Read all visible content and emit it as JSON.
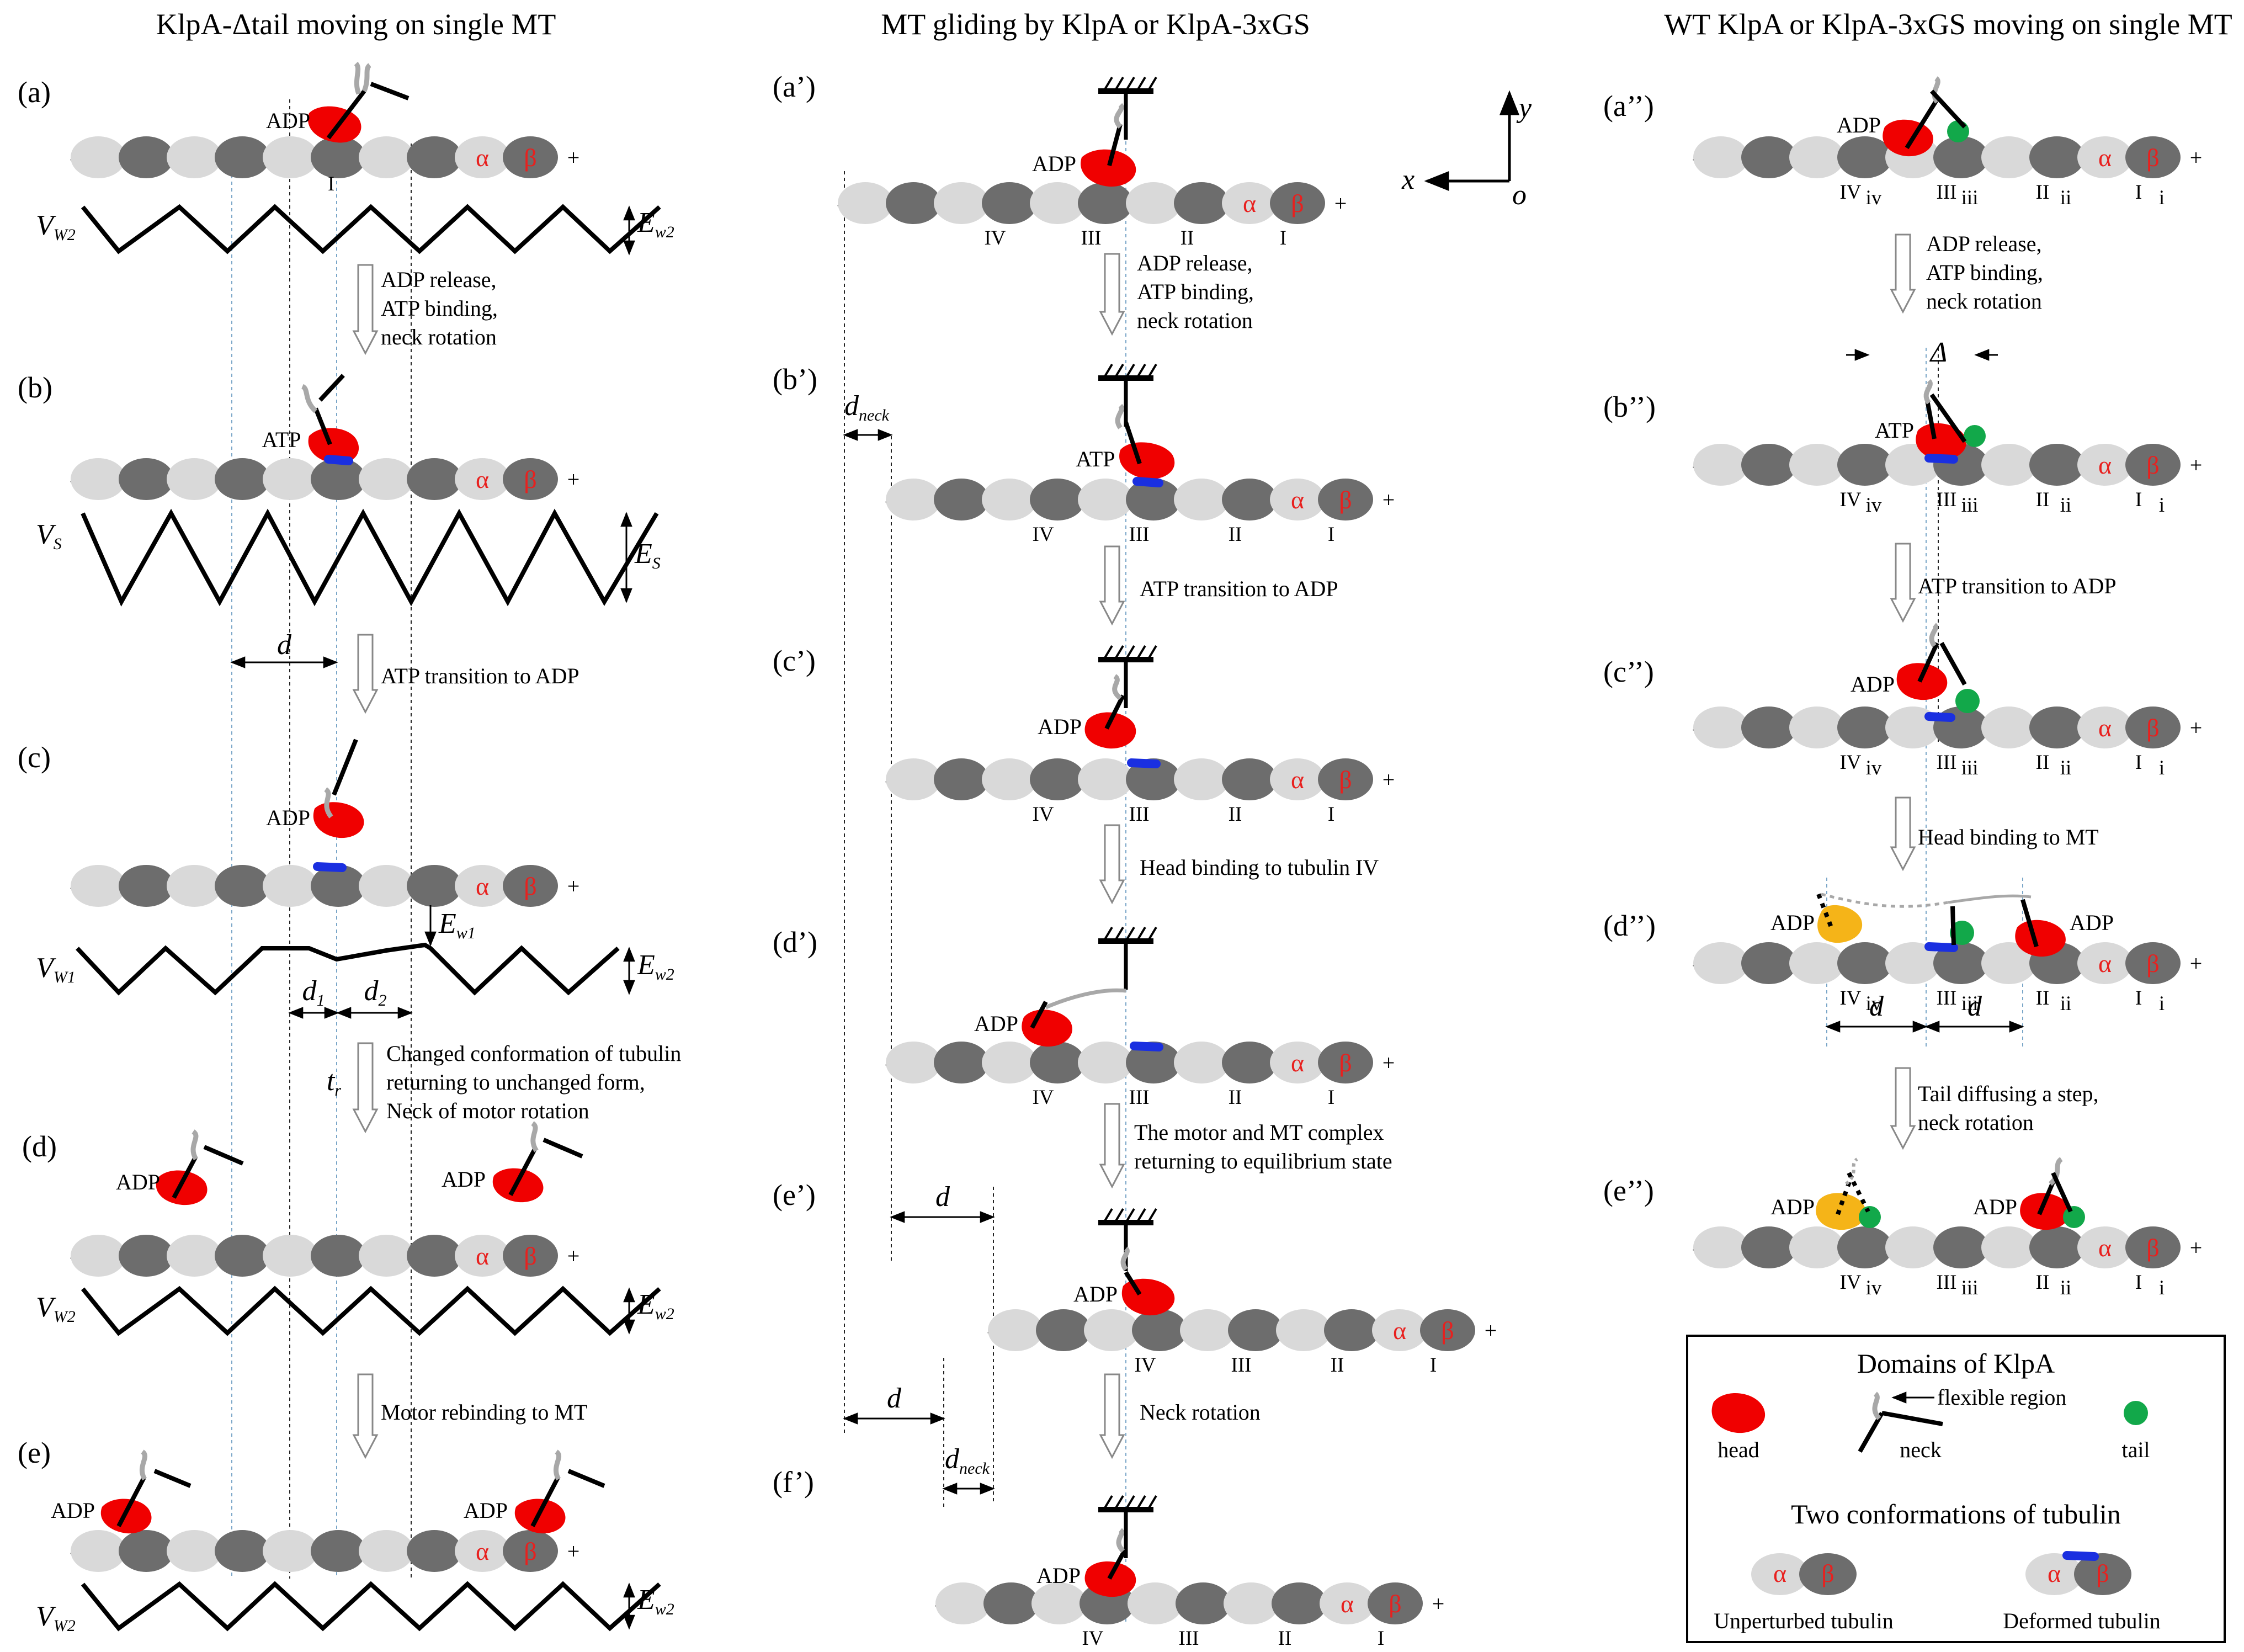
{
  "columns": [
    "KlpA-Δtail moving on single MT",
    "MT gliding by KlpA or KlpA-3xGS",
    "WT KlpA or KlpA-3xGS moving on single MT"
  ],
  "panel_labels": {
    "left": [
      "(a)",
      "(b)",
      "(c)",
      "(d)",
      "(e)"
    ],
    "middle": [
      "(a’)",
      "(b’)",
      "(c’)",
      "(d’)",
      "(e’)",
      "(f’)"
    ],
    "right": [
      "(a’’)",
      "(b’’)",
      "(c’’)",
      "(d’’)",
      "(e’’)"
    ]
  },
  "nucleotides": {
    "adp": "ADP",
    "atp": "ATP"
  },
  "tubulin": {
    "alpha": "α",
    "beta": "β",
    "minus": "–",
    "plus": "+"
  },
  "site_numbers": [
    "I",
    "II",
    "III",
    "IV"
  ],
  "site_numbers_lower": [
    "i",
    "ii",
    "iii",
    "iv"
  ],
  "axes": {
    "x": "x",
    "y": "y",
    "o": "o"
  },
  "potentials": {
    "vw2": {
      "main": "V",
      "sub": "W2"
    },
    "vs": {
      "main": "V",
      "sub": "S"
    },
    "vw1": {
      "main": "V",
      "sub": "W1"
    },
    "ew2": {
      "main": "E",
      "sub": "w2"
    },
    "es": {
      "main": "E",
      "sub": "S"
    },
    "ew1": {
      "main": "E",
      "sub": "w1"
    }
  },
  "distances": {
    "d": "d",
    "d1": {
      "main": "d",
      "sub": "1"
    },
    "d2": {
      "main": "d",
      "sub": "2"
    },
    "tr": {
      "main": "t",
      "sub": "r"
    },
    "dneck": {
      "main": "d",
      "sub": "neck"
    },
    "delta": "Δ"
  },
  "steps_left": {
    "s1": [
      "ADP release,",
      "ATP binding,",
      "neck rotation"
    ],
    "s2": [
      "ATP transition to ADP"
    ],
    "s3": [
      "Changed conformation of tubulin",
      "returning to unchanged form,",
      "Neck of motor rotation"
    ],
    "s4": [
      "Motor rebinding to MT"
    ]
  },
  "steps_middle": {
    "s1": [
      "ADP release,",
      "ATP binding,",
      "neck rotation"
    ],
    "s2": [
      "ATP transition to ADP"
    ],
    "s3": [
      "Head binding to tubulin IV"
    ],
    "s4": [
      "The motor and MT complex",
      "returning to equilibrium state"
    ],
    "s5": [
      "Neck rotation"
    ]
  },
  "steps_right": {
    "s1": [
      "ADP release,",
      "ATP binding,",
      "neck rotation"
    ],
    "s2": [
      "ATP transition to ADP"
    ],
    "s3": [
      "Head binding to MT"
    ],
    "s4": [
      "Tail diffusing a step,",
      "neck rotation"
    ]
  },
  "legend": {
    "title": "Domains of KlpA",
    "flexible": "flexible region",
    "head": "head",
    "neck": "neck",
    "tail": "tail",
    "subtitle": "Two conformations of tubulin",
    "unperturbed": "Unperturbed tubulin",
    "deformed": "Deformed tubulin"
  },
  "colors": {
    "light_tubulin": "#d9d9d9",
    "dark_tubulin": "#6d6d6d",
    "head": "#f00000",
    "tail": "#12a84a",
    "deformation": "#1a2fe0",
    "trailing_head": "#f5b418",
    "neck_flex": "#a8a8a8"
  }
}
